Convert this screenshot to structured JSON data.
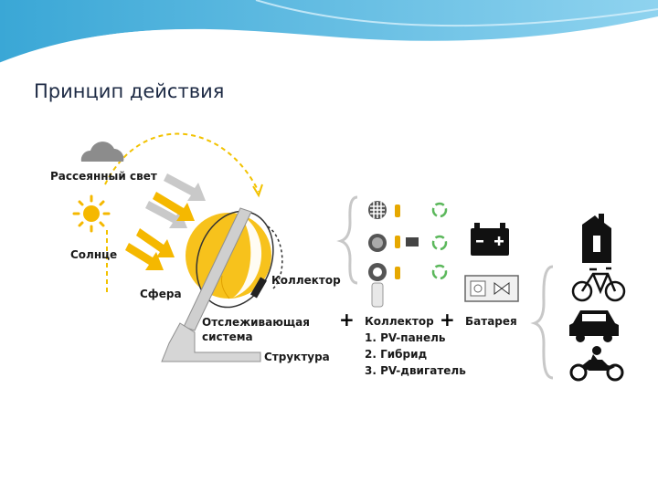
{
  "slide": {
    "title": "Принцип действия"
  },
  "diagram": {
    "labels": {
      "diffuse_light": "Рассеянный свет",
      "sun": "Солнце",
      "sphere": "Сфера",
      "collector_on_sphere": "Коллектор",
      "tracking_system_line1": "Отслеживающая",
      "tracking_system_line2": "система",
      "structure": "Структура",
      "collector": "Коллектор",
      "battery": "Батарея"
    },
    "collector_types": [
      "1. PV-панель",
      "2. Гибрид",
      "3. PV-двигатель"
    ],
    "plus_sign": "+",
    "colors": {
      "sun": "#f5b800",
      "sphere": "#f7c21c",
      "arrow_gray": "#c9c9c9",
      "recycle": "#5cb85c",
      "stand": "#d4d4d4"
    }
  }
}
